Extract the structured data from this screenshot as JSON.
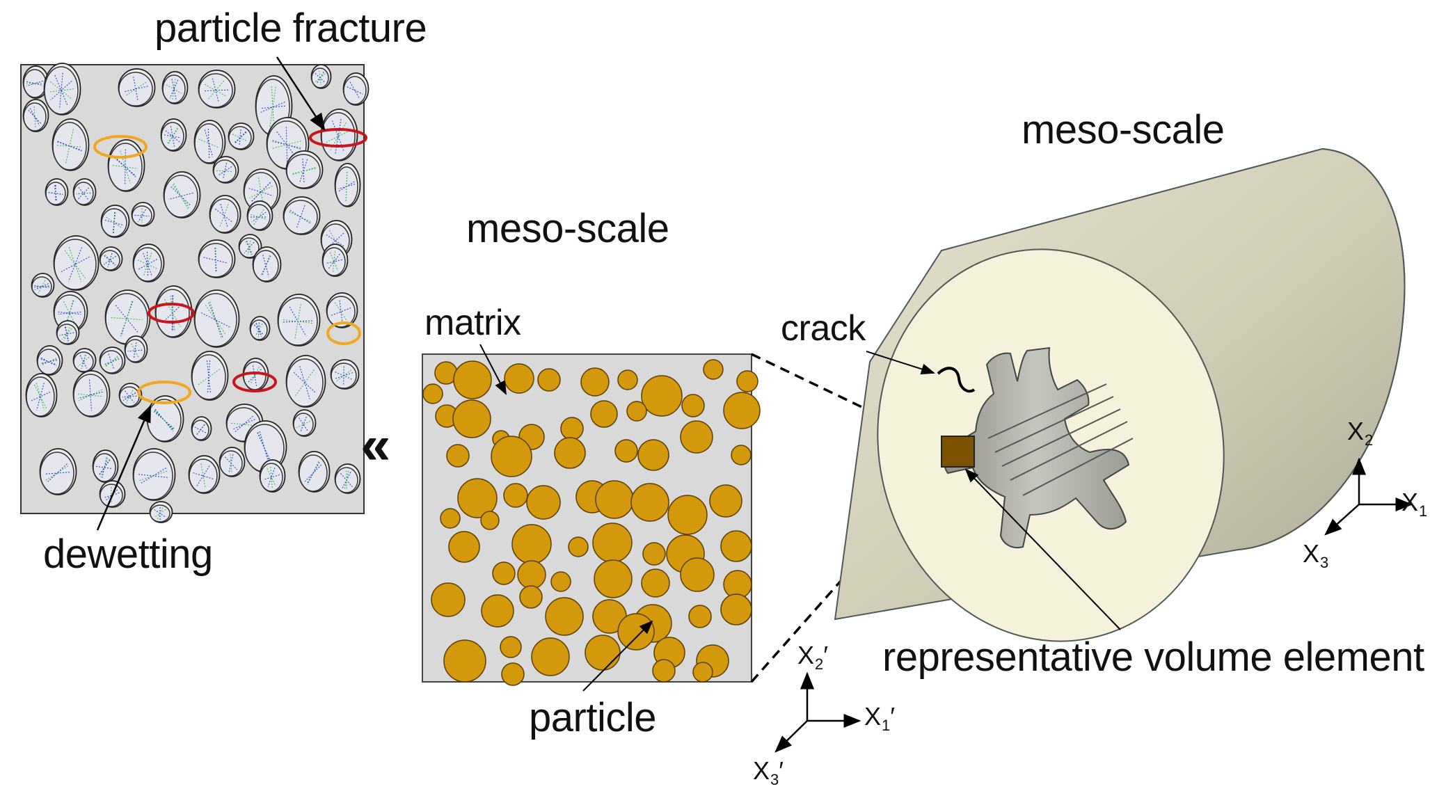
{
  "labels": {
    "particle_fracture": "particle fracture",
    "dewetting": "dewetting",
    "meso_scale_middle": "meso-scale",
    "meso_scale_right": "meso-scale",
    "matrix": "matrix",
    "particle": "particle",
    "crack": "crack",
    "rve": "representative volume element",
    "zoom_arrow": "«"
  },
  "axes_right": {
    "x1": "X",
    "x1_sub": "1",
    "x2": "X",
    "x2_sub": "2",
    "x3": "X",
    "x3_sub": "3"
  },
  "axes_local": {
    "x1": "X",
    "x1_sub": "1",
    "x1_prime": "′",
    "x2": "X",
    "x2_sub": "2",
    "x2_prime": "′",
    "x3": "X",
    "x3_sub": "3",
    "x3_prime": "′"
  },
  "colors": {
    "particle_fill": "#d4980c",
    "matrix_fill": "#d9d9d9",
    "cylinder_face": "#f5f2dc",
    "cylinder_side": "#c9c8b2",
    "rve_square": "#7a5200",
    "fracture_ellipse": "#c8141c",
    "dewetting_ellipse": "#f0a820",
    "mesh_blue": "#2233cc",
    "mesh_green": "#22bb44"
  }
}
